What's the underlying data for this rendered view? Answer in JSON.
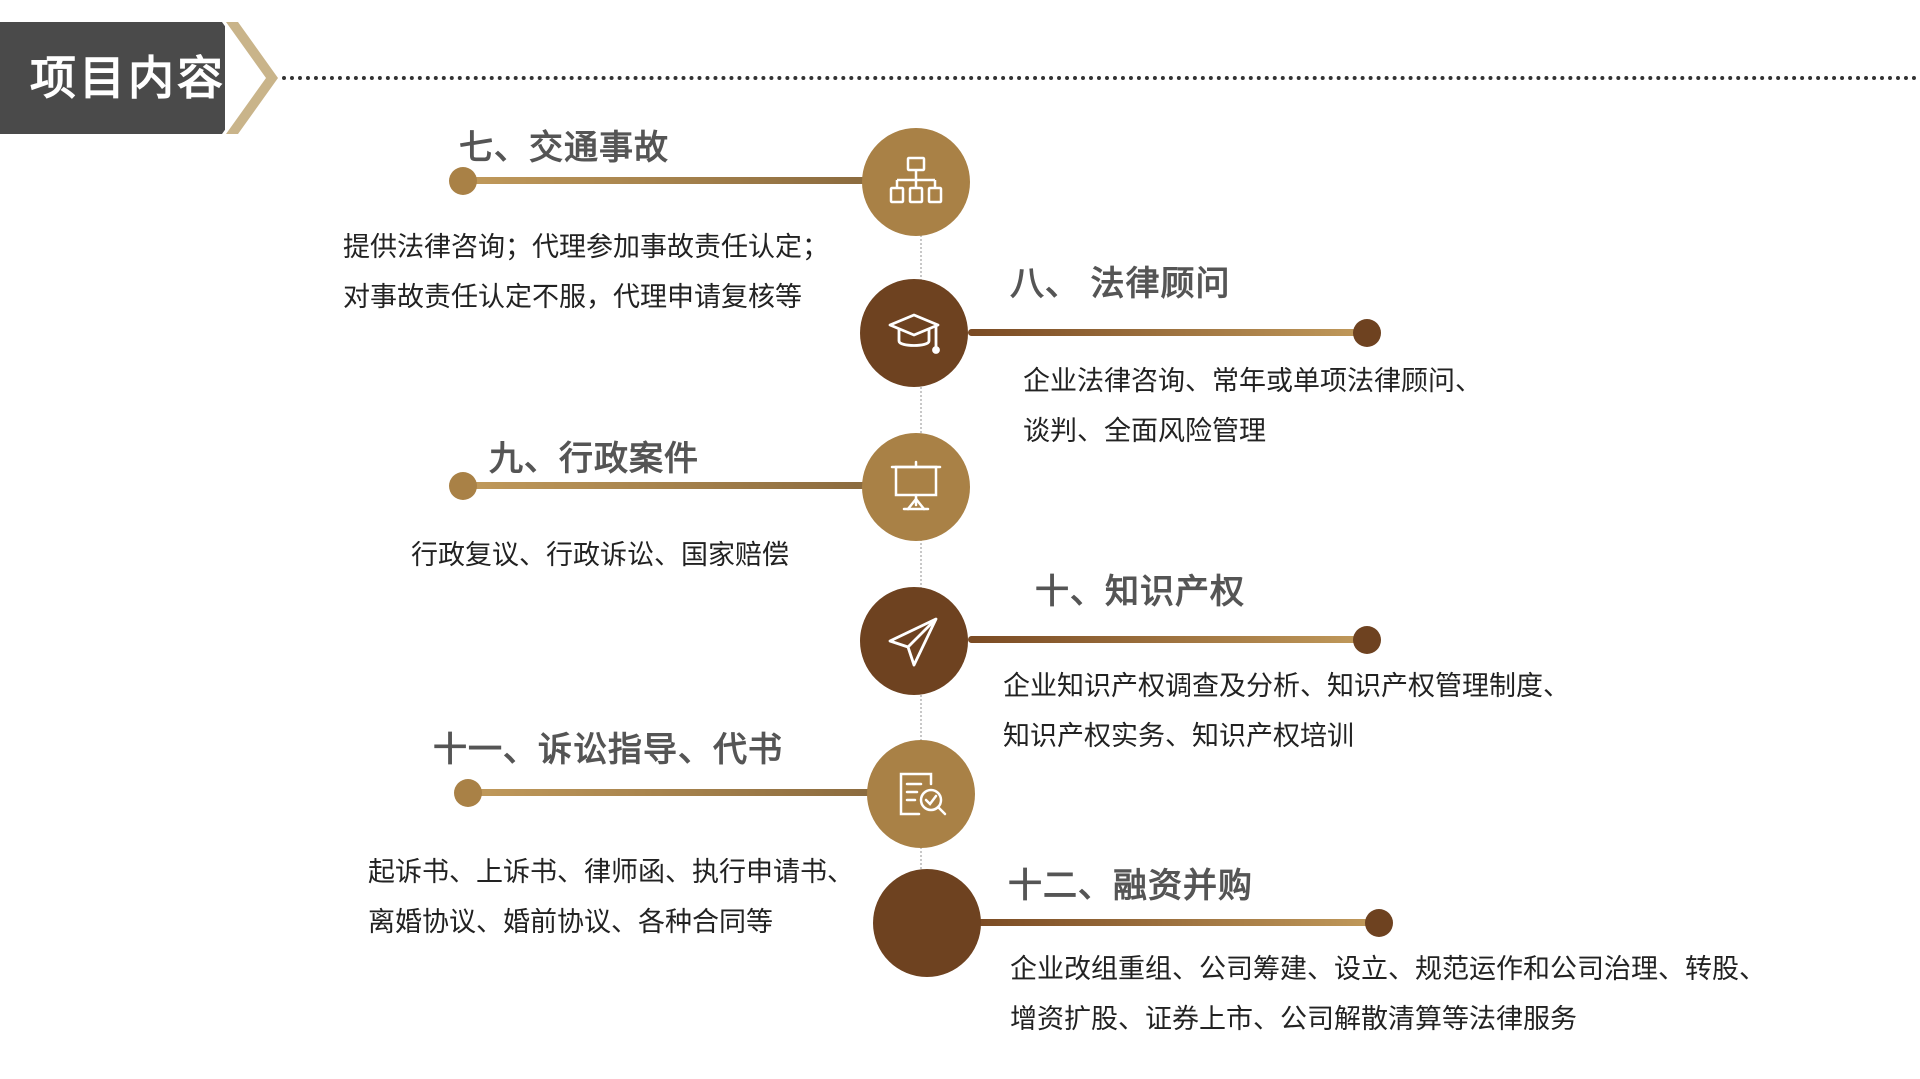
{
  "header": {
    "title": "项目内容"
  },
  "items": [
    {
      "title": "七、交通事故",
      "lines": [
        "提供法律咨询；代理参加事故责任认定；",
        "对事故责任认定不服，代理申请复核等"
      ],
      "icon": "network-icon"
    },
    {
      "title": "八、 法律顾问",
      "lines": [
        "企业法律咨询、常年或单项法律顾问、",
        "谈判、全面风险管理"
      ],
      "icon": "graduation-cap-icon"
    },
    {
      "title": "九、行政案件",
      "lines": [
        "行政复议、行政诉讼、国家赔偿"
      ],
      "icon": "presentation-board-icon"
    },
    {
      "title": "十、知识产权",
      "lines": [
        "企业知识产权调查及分析、知识产权管理制度、",
        "知识产权实务、知识产权培训"
      ],
      "icon": "paper-plane-icon"
    },
    {
      "title": "十一、诉讼指导、代书",
      "lines": [
        "起诉书、上诉书、律师函、执行申请书、",
        "离婚协议、婚前协议、各种合同等"
      ],
      "icon": "document-search-icon"
    },
    {
      "title": "十二、融资并购",
      "lines": [
        "企业改组重组、公司筹建、设立、规范运作和公司治理、转股、",
        "增资扩股、证券上市、公司解散清算等法律服务"
      ],
      "icon": ""
    }
  ],
  "colors": {
    "gold": "#a98146",
    "brown": "#6e4220",
    "banner": "#4a4a4a",
    "accent": "#c9b48a"
  }
}
